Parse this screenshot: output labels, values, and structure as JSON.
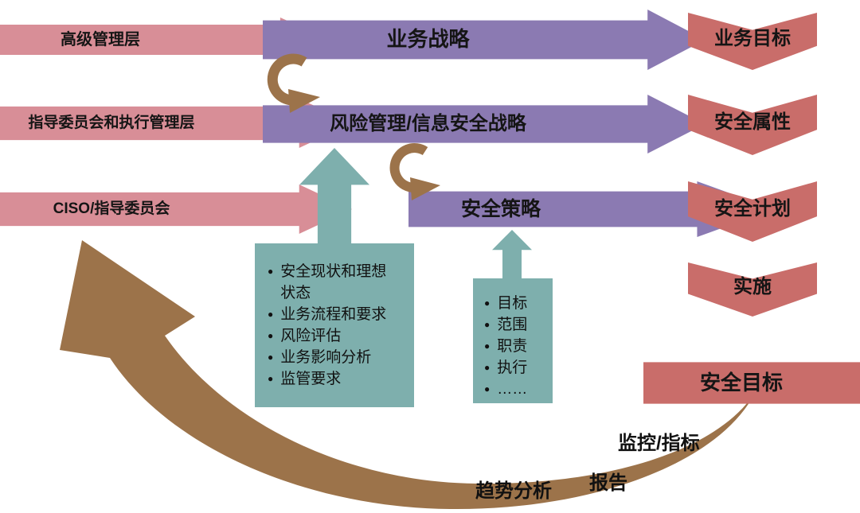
{
  "colors": {
    "pink": "#d88e97",
    "purple": "#8b7ab2",
    "teal": "#7eafad",
    "salmon": "#c96d6a",
    "brown": "#9c734a",
    "text": "#151515",
    "background": "#ffffff"
  },
  "ui": {
    "bullet_glyph": "●"
  },
  "left_arrows": [
    {
      "label": "高级管理层"
    },
    {
      "label": "指导委员会和执行管理层"
    },
    {
      "label": "CISO/指导委员会"
    }
  ],
  "center_arrows": [
    {
      "label": "业务战略"
    },
    {
      "label": "风险管理/信息安全战略"
    },
    {
      "label": "安全策略"
    }
  ],
  "right_chevrons": [
    {
      "label": "业务目标"
    },
    {
      "label": "安全属性"
    },
    {
      "label": "安全计划"
    },
    {
      "label": "实施"
    }
  ],
  "security_goal": {
    "label": "安全目标"
  },
  "strategy_inputs": {
    "items": [
      "安全现状和理想状态",
      "业务流程和要求",
      "风险评估",
      "业务影响分析",
      "监管要求"
    ]
  },
  "policy_elements": {
    "items": [
      "目标",
      "范围",
      "职责",
      "执行",
      "……"
    ]
  },
  "feedback": {
    "monitor_label": "监控/指标",
    "report_label": "报告",
    "trend_label": "趋势分析"
  }
}
